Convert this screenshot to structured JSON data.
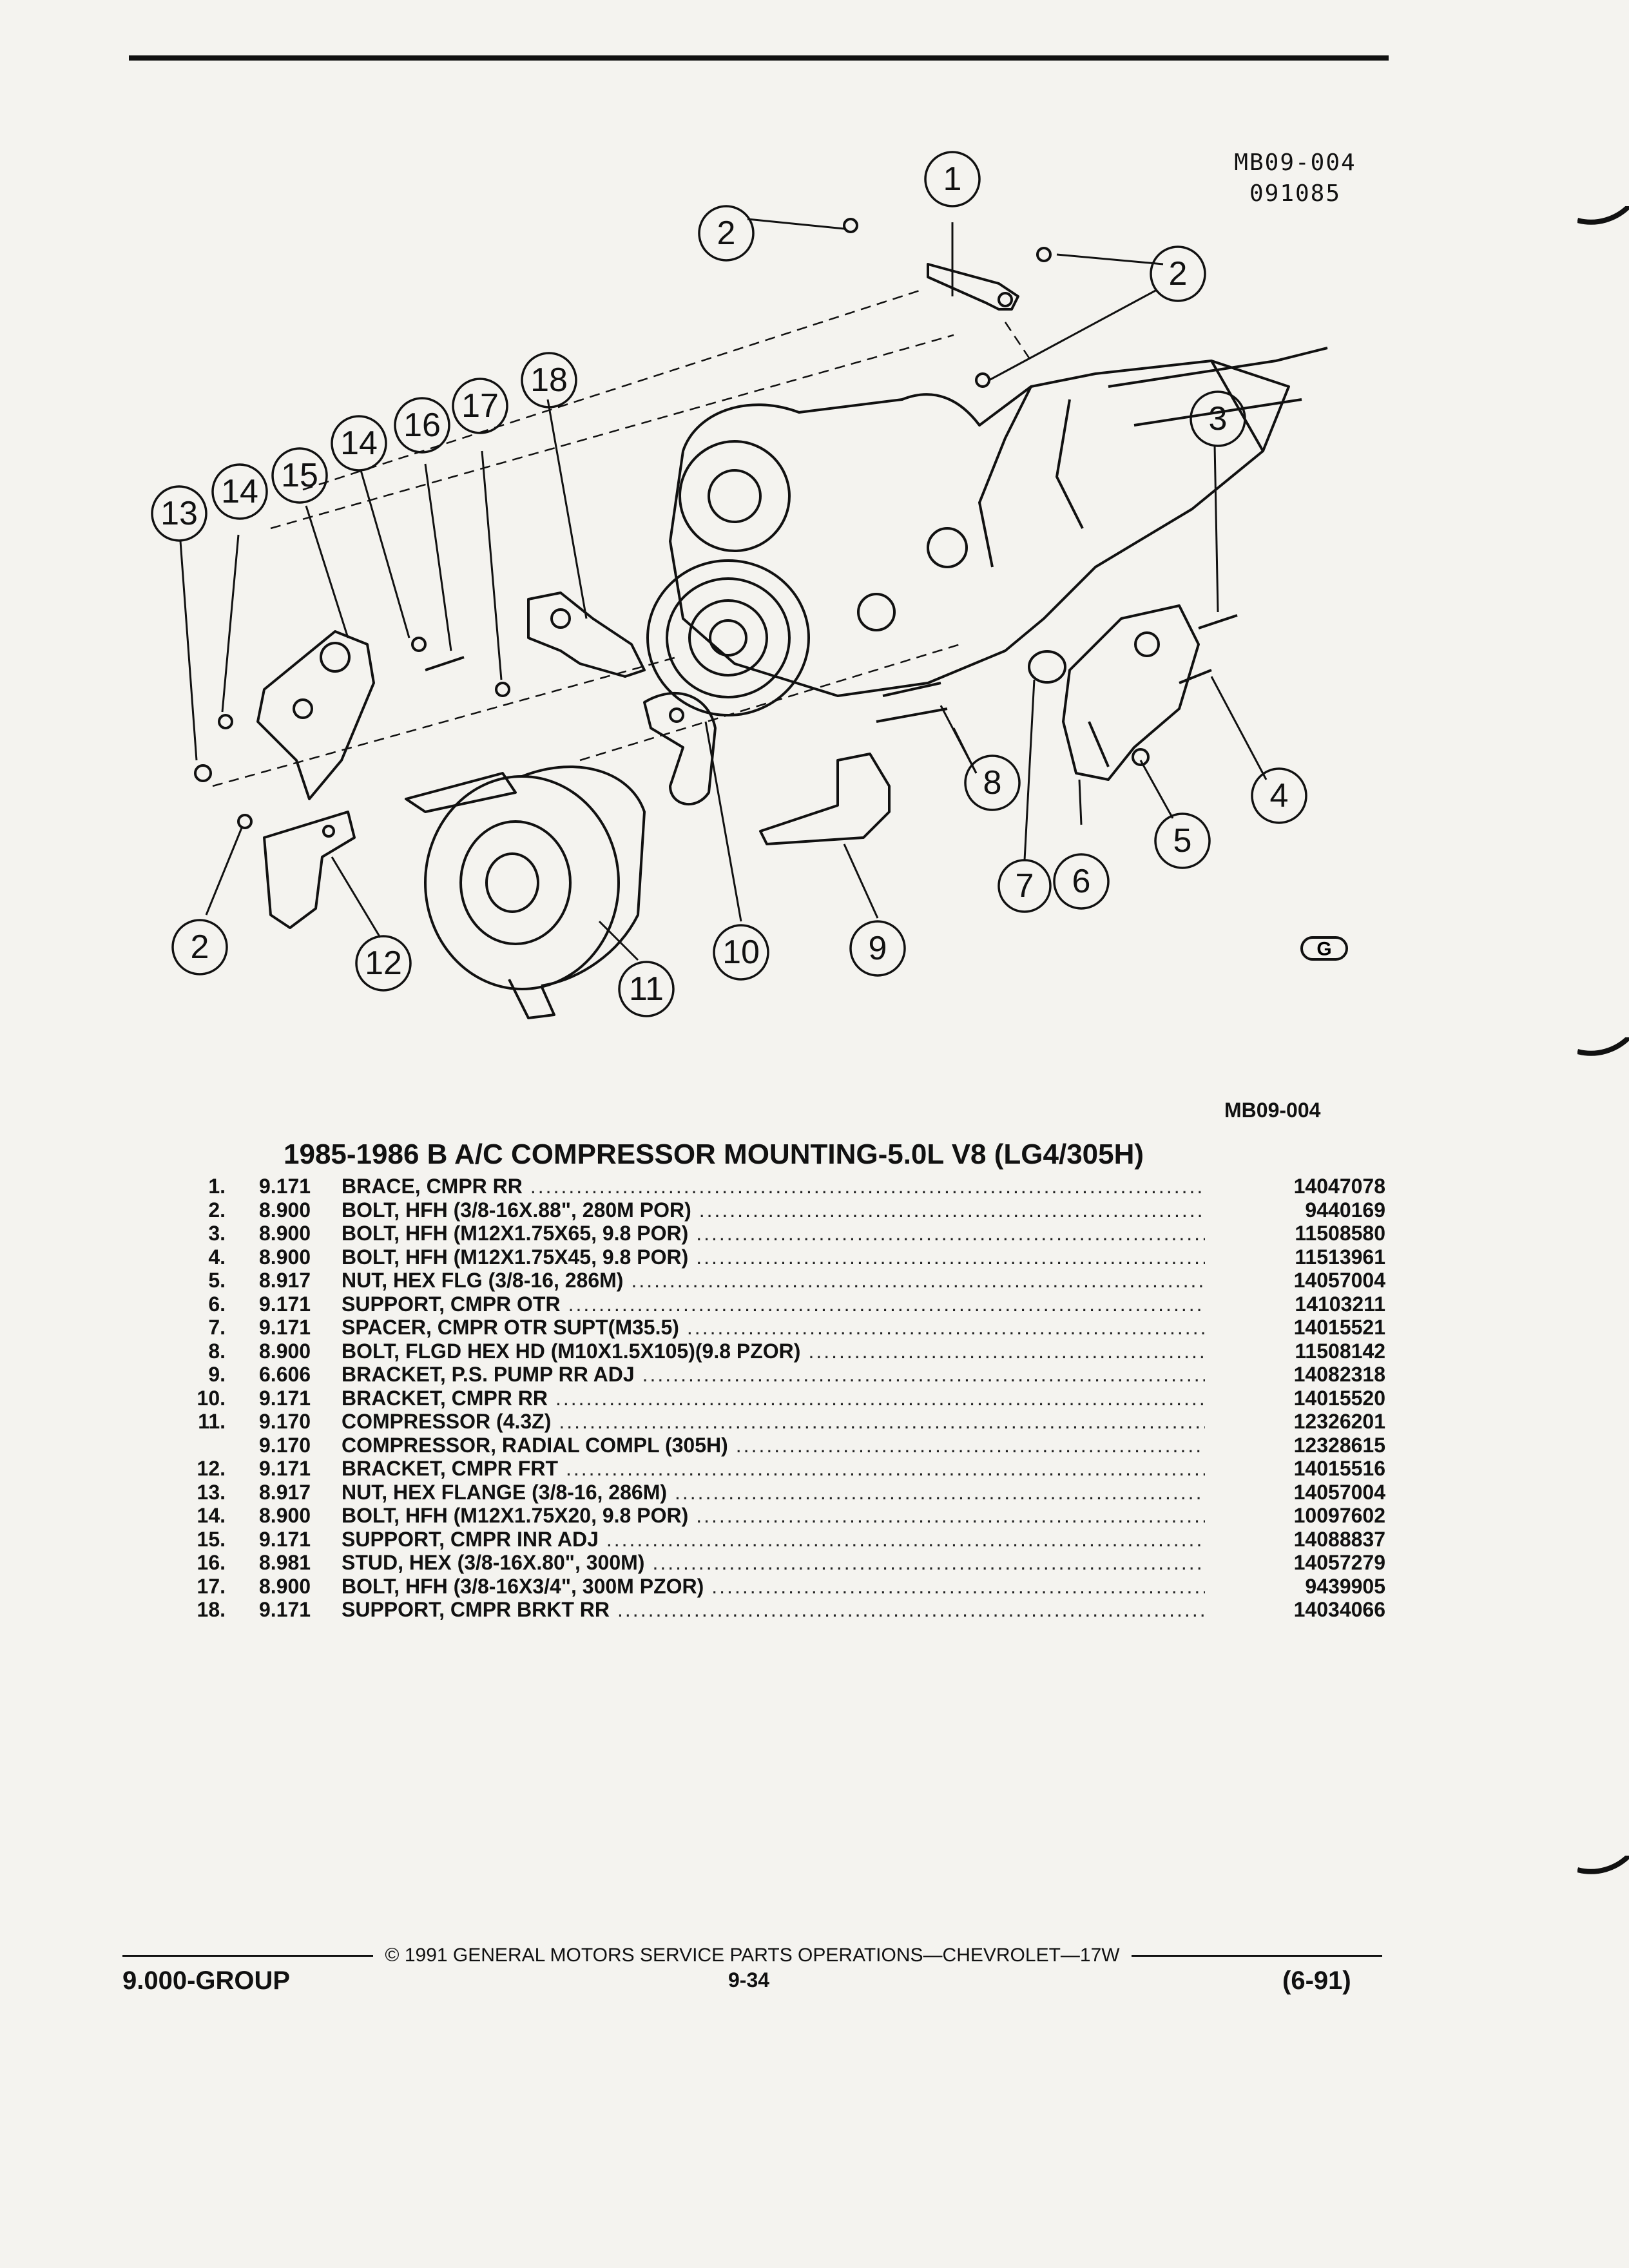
{
  "figure": {
    "code_line1": "MB09-004",
    "code_line2": "091085",
    "id_label": "MB09-004",
    "callouts": [
      "1",
      "2",
      "3",
      "4",
      "5",
      "6",
      "7",
      "8",
      "9",
      "10",
      "11",
      "12",
      "13",
      "14",
      "15",
      "16",
      "17",
      "18"
    ],
    "logo_mark": "G"
  },
  "title": "1985-1986 B A/C COMPRESSOR MOUNTING-5.0L V8 (LG4/305H)",
  "parts": [
    {
      "num": "1.",
      "group": "9.171",
      "name": "BRACE",
      "detail": ", CMPR RR",
      "part_no": "14047078"
    },
    {
      "num": "2.",
      "group": "8.900",
      "name": "BOLT",
      "detail": ", HFH (3/8-16X.88\", 280M POR)",
      "part_no": "9440169"
    },
    {
      "num": "3.",
      "group": "8.900",
      "name": "BOLT",
      "detail": ", HFH (M12X1.75X65, 9.8 POR)",
      "part_no": "11508580"
    },
    {
      "num": "4.",
      "group": "8.900",
      "name": "BOLT",
      "detail": ", HFH (M12X1.75X45, 9.8 POR)",
      "part_no": "11513961"
    },
    {
      "num": "5.",
      "group": "8.917",
      "name": "NUT",
      "detail": ", HEX FLG (3/8-16, 286M)",
      "part_no": "14057004"
    },
    {
      "num": "6.",
      "group": "9.171",
      "name": "SUPPORT",
      "detail": ", CMPR OTR",
      "part_no": "14103211"
    },
    {
      "num": "7.",
      "group": "9.171",
      "name": "SPACER",
      "detail": ", CMPR OTR SUPT(M35.5)",
      "part_no": "14015521"
    },
    {
      "num": "8.",
      "group": "8.900",
      "name": "BOLT",
      "detail": ", FLGD HEX HD (M10X1.5X105)(9.8 PZOR)",
      "part_no": "11508142"
    },
    {
      "num": "9.",
      "group": "6.606",
      "name": "BRACKET",
      "detail": ", P.S. PUMP RR ADJ",
      "part_no": "14082318"
    },
    {
      "num": "10.",
      "group": "9.171",
      "name": "BRACKET",
      "detail": ", CMPR RR",
      "part_no": "14015520"
    },
    {
      "num": "11.",
      "group": "9.170",
      "name": "COMPRESSOR",
      "detail": " (4.3Z)",
      "part_no": "12326201"
    },
    {
      "num": "",
      "group": "9.170",
      "name": "COMPRESSOR",
      "detail": ", RADIAL COMPL (305H)",
      "part_no": "12328615"
    },
    {
      "num": "12.",
      "group": "9.171",
      "name": "BRACKET",
      "detail": ", CMPR FRT",
      "part_no": "14015516"
    },
    {
      "num": "13.",
      "group": "8.917",
      "name": "NUT",
      "detail": ", HEX FLANGE (3/8-16, 286M)",
      "part_no": "14057004"
    },
    {
      "num": "14.",
      "group": "8.900",
      "name": "BOLT",
      "detail": ", HFH (M12X1.75X20, 9.8 POR)",
      "part_no": "10097602"
    },
    {
      "num": "15.",
      "group": "9.171",
      "name": "SUPPORT",
      "detail": ", CMPR INR ADJ",
      "part_no": "14088837"
    },
    {
      "num": "16.",
      "group": "8.981",
      "name": "STUD",
      "detail": ", HEX (3/8-16X.80\", 300M)",
      "part_no": "14057279"
    },
    {
      "num": "17.",
      "group": "8.900",
      "name": "BOLT",
      "detail": ", HFH (3/8-16X3/4\", 300M PZOR)",
      "part_no": "9439905"
    },
    {
      "num": "18.",
      "group": "9.171",
      "name": "SUPPORT",
      "detail": ", CMPR BRKT RR",
      "part_no": "14034066"
    }
  ],
  "footer": {
    "copyright": "© 1991 GENERAL MOTORS SERVICE PARTS OPERATIONS—CHEVROLET—17W",
    "group": "9.000-GROUP",
    "page": "9-34",
    "date": "(6-91)"
  }
}
